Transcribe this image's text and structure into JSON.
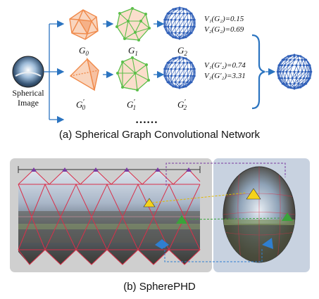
{
  "part_a": {
    "input_label_line1": "Spherical",
    "input_label_line2": "Image",
    "row1_labels": [
      "G",
      "G",
      "G"
    ],
    "row1_subs": [
      "0",
      "1",
      "2"
    ],
    "row2_labels": [
      "G",
      "G",
      "G"
    ],
    "row2_subs": [
      "0",
      "1",
      "2"
    ],
    "row2_primes": [
      "′",
      "′",
      "′"
    ],
    "ellipsis": "……",
    "row1_v1": "V₁(G₂)=0.15",
    "row1_v2": "V₂(G₂)=0.69",
    "row2_v1": "V₁(G′₂)=0.74",
    "row2_v2": "V₂(G′₂)=3.31",
    "caption": "(a)  Spherical Graph Convolutional Network"
  },
  "part_b": {
    "caption": "(b)  SpherePHD"
  },
  "colors": {
    "orange": "#f08a4b",
    "green": "#5cbf4a",
    "blue": "#2f5fb8",
    "arrow": "#2b74c0",
    "panel_bg": "#cfcfcf",
    "panel_bg_right": "#c8d2e0",
    "yellow": "#f5d21a",
    "purple": "#7a3aa0"
  }
}
